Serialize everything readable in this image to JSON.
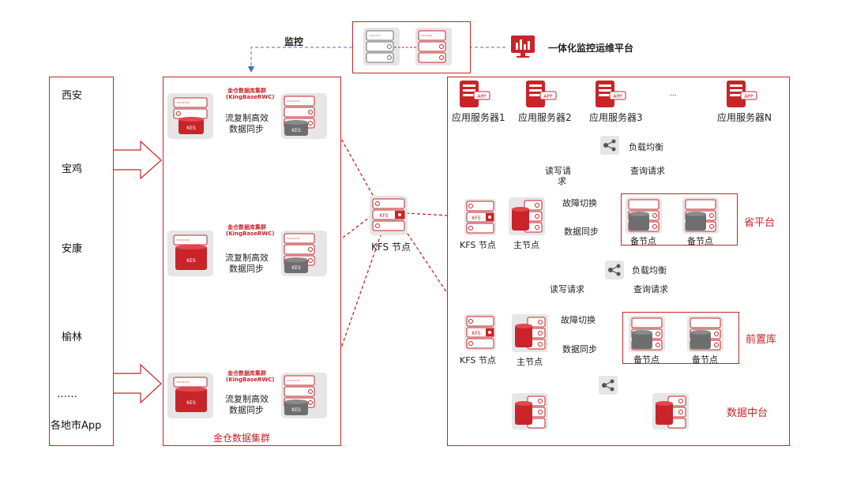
{
  "monitor": {
    "label": "监控",
    "platform_label": "一体化监控运维平台"
  },
  "cities": [
    "西安",
    "宝鸡",
    "安康",
    "榆林",
    "……",
    "各地市App"
  ],
  "cluster": {
    "title": "金仓数据集群",
    "group_caption_1": "金仓数据库集群",
    "group_caption_2": "(KingBaseRWC)",
    "sync_line1": "流复制高效",
    "sync_line2": "数据同步",
    "kes": "KES"
  },
  "kfs": {
    "center_label": "KFS 节点",
    "kfs_badge": "KFS"
  },
  "app_servers": [
    "应用服务器1",
    "应用服务器2",
    "应用服务器3",
    "...",
    "应用服务器N"
  ],
  "app_badge": "APP",
  "lb_label": "负载均衡",
  "rw_label": "读写请求",
  "query_label": "查询请求",
  "primary_label": "主节点",
  "standby_label": "备节点",
  "failover_label": "故障切换",
  "sync_label": "数据同步",
  "tiers": {
    "province": "省平台",
    "front": "前置库",
    "data_center": "数据中台"
  }
}
